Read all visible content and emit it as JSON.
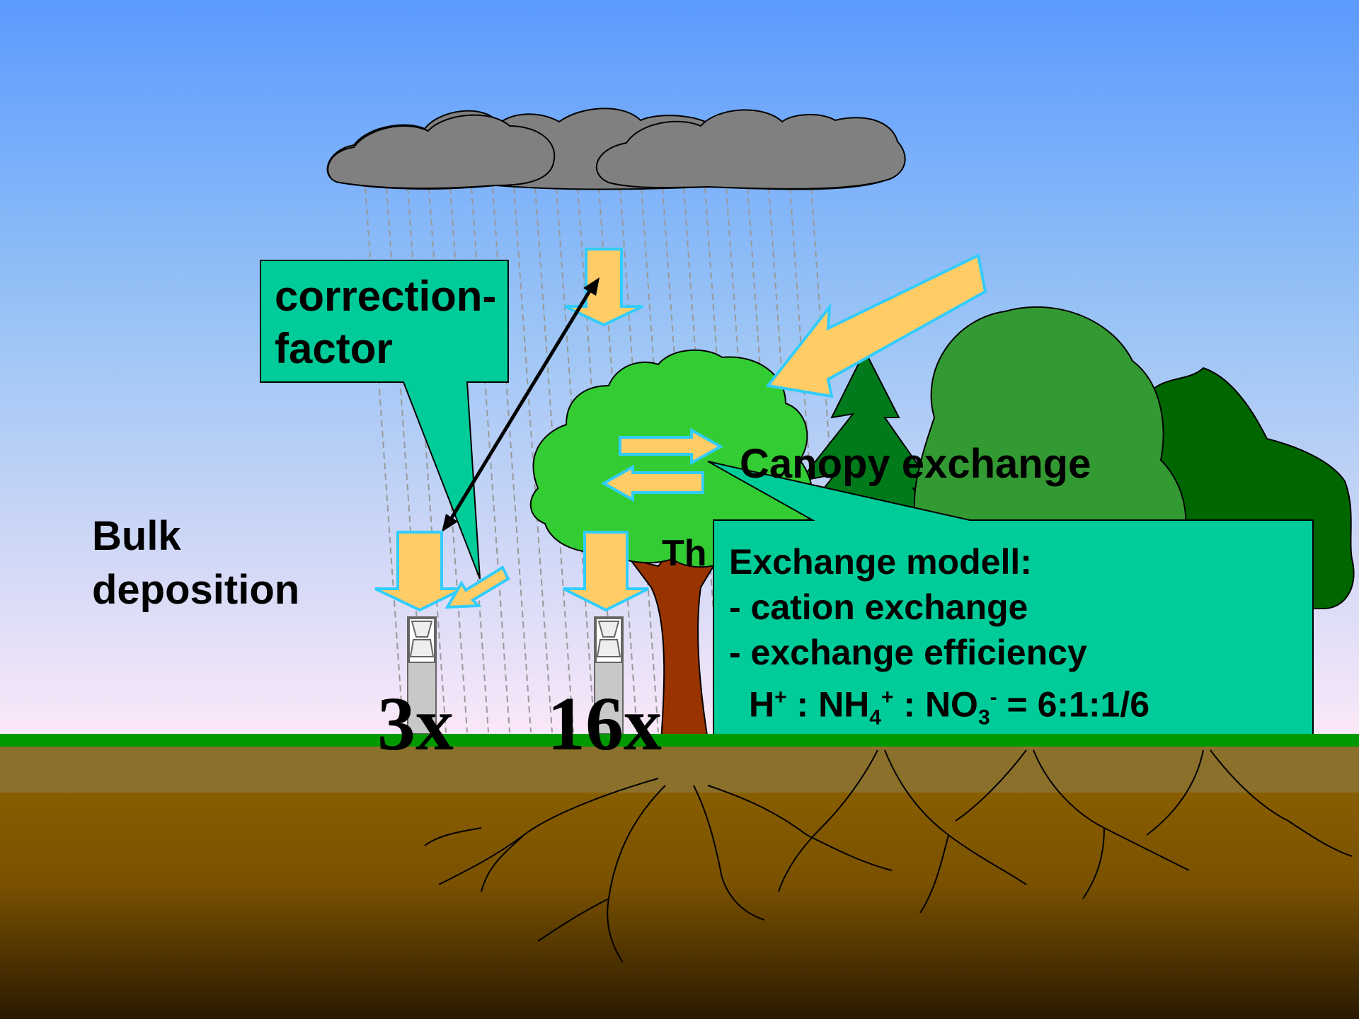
{
  "labels": {
    "correction_factor_line1": "correction-",
    "correction_factor_line2": "factor",
    "bulk_deposition_line1": "Bulk",
    "bulk_deposition_line2": "deposition",
    "canopy_exchange": "Canopy exchange",
    "throughfall_partial": "Th",
    "multiplier_bulk": "3x",
    "multiplier_throughfall": "16x"
  },
  "exchange_model": {
    "title": "Exchange modell:",
    "item1": "- cation exchange",
    "item2": "- exchange efficiency",
    "formula": {
      "h": "H",
      "h_charge": "+",
      "sep1": " : NH",
      "nh_sub": "4",
      "nh_charge": "+",
      "sep2": " : NO",
      "no_sub": "3",
      "no_charge": "-",
      "ratio": " = 6:1:1/6"
    }
  },
  "colors": {
    "callout": "#00CC99",
    "arrow_fill": "#FFCC66",
    "arrow_outline": "#33CCFF",
    "cloud": "#808080",
    "grass": "#009900",
    "trunk": "#993300"
  }
}
